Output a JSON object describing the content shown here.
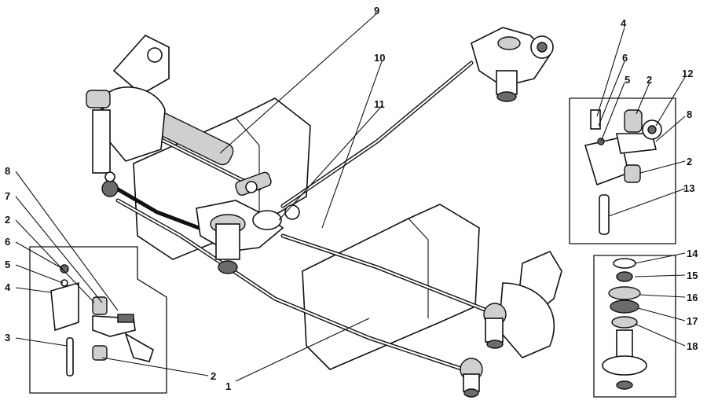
{
  "diagram": {
    "callouts": {
      "main": {
        "c1": "1",
        "c9": "9",
        "c10": "10",
        "c11": "11"
      },
      "left_inset": {
        "c8": "8",
        "c7": "7",
        "c2a": "2",
        "c6": "6",
        "c5": "5",
        "c4": "4",
        "c3": "3",
        "c2b": "2"
      },
      "right_top_inset": {
        "c4": "4",
        "c6": "6",
        "c5": "5",
        "c2a": "2",
        "c12": "12",
        "c8": "8",
        "c2b": "2",
        "c13": "13"
      },
      "right_bottom_inset": {
        "c14": "14",
        "c15": "15",
        "c16": "16",
        "c17": "17",
        "c18": "18"
      }
    }
  }
}
